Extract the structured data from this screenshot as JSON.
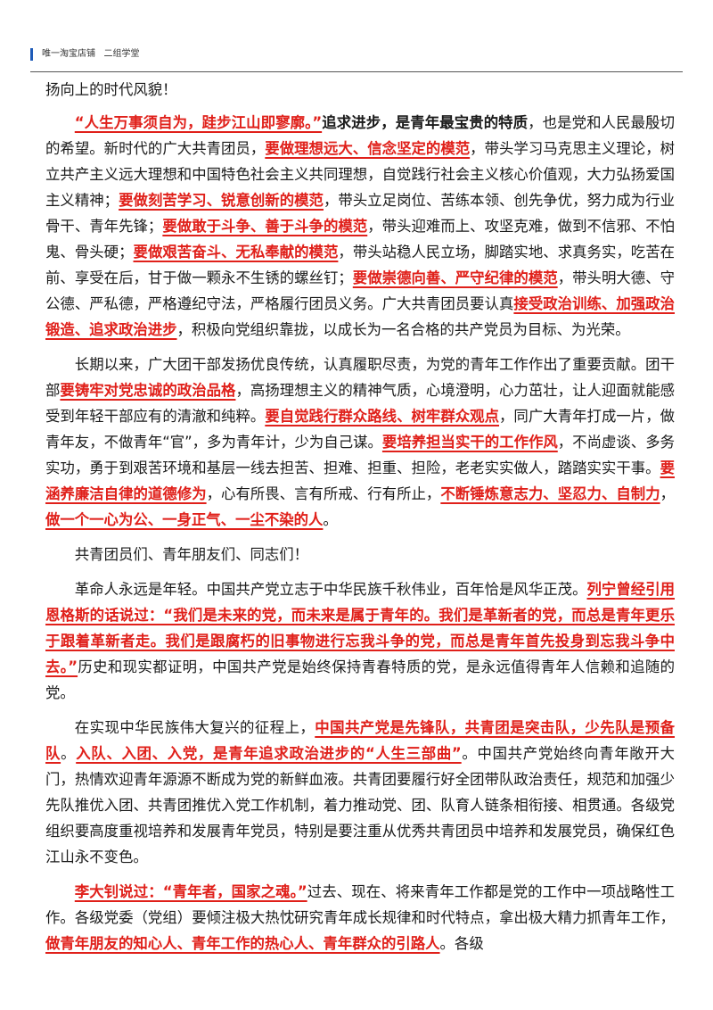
{
  "header": {
    "text": "唯一淘宝店铺   二组学堂"
  },
  "paragraphs": [
    {
      "id": "p0",
      "indent": false,
      "segments": [
        {
          "t": "扬向上的时代风貌！",
          "s": "n"
        }
      ]
    },
    {
      "id": "p1",
      "indent": true,
      "segments": [
        {
          "t": "“人生万事须自为，跬步江山即寥廓。”",
          "s": "h"
        },
        {
          "t": "追求进步，是青年最宝贵的特质",
          "s": "b"
        },
        {
          "t": "，也是党和人民最殷切的希望。新时代的广大共青团员，",
          "s": "n"
        },
        {
          "t": "要做理想远大、信念坚定的模范",
          "s": "h"
        },
        {
          "t": "，带头学习马克思主义理论，树立共产主义远大理想和中国特色社会主义共同理想，自觉践行社会主义核心价值观，大力弘扬爱国主义精神；",
          "s": "n"
        },
        {
          "t": "要做刻苦学习、锐意创新的模范",
          "s": "h"
        },
        {
          "t": "，带头立足岗位、苦练本领、创先争优，努力成为行业骨干、青年先锋；",
          "s": "n"
        },
        {
          "t": "要做敢于斗争、善于斗争的模范",
          "s": "h"
        },
        {
          "t": "，带头迎难而上、攻坚克难，做到不信邪、不怕鬼、骨头硬；",
          "s": "n"
        },
        {
          "t": "要做艰苦奋斗、无私奉献的模范",
          "s": "h"
        },
        {
          "t": "，带头站稳人民立场，脚踏实地、求真务实，吃苦在前、享受在后，甘于做一颗永不生锈的螺丝钉；",
          "s": "n"
        },
        {
          "t": "要做崇德向善、严守纪律的模范",
          "s": "h"
        },
        {
          "t": "，带头明大德、守公德、严私德，严格遵纪守法，严格履行团员义务。广大共青团员要认真",
          "s": "n"
        },
        {
          "t": "接受政治训练、加强政治锻造、追求政治进步",
          "s": "h"
        },
        {
          "t": "，积极向党组织靠拢，以成长为一名合格的共产党员为目标、为光荣。",
          "s": "n"
        }
      ]
    },
    {
      "id": "p2",
      "indent": true,
      "segments": [
        {
          "t": "长期以来，广大团干部发扬优良传统，认真履职尽责，为党的青年工作作出了重要贡献。团干部",
          "s": "n"
        },
        {
          "t": "要铸牢对党忠诚的政治品格",
          "s": "h"
        },
        {
          "t": "，高扬理想主义的精神气质，心境澄明，心力茁壮，让人迎面就能感受到年轻干部应有的清澈和纯粹。",
          "s": "n"
        },
        {
          "t": "要自觉践行群众路线、树牢群众观点",
          "s": "h"
        },
        {
          "t": "，同广大青年打成一片，做青年友，不做青年“官”，多为青年计，少为自己谋。",
          "s": "n"
        },
        {
          "t": "要培养担当实干的工作作风",
          "s": "h"
        },
        {
          "t": "，不尚虚谈、多务实功，勇于到艰苦环境和基层一线去担苦、担难、担重、担险，老老实实做人，踏踏实实干事。",
          "s": "n"
        },
        {
          "t": "要涵养廉洁自律的道德修为",
          "s": "h"
        },
        {
          "t": "，心有所畏、言有所戒、行有所止，",
          "s": "n"
        },
        {
          "t": "不断锤炼意志力、坚忍力、自制力",
          "s": "h"
        },
        {
          "t": "，",
          "s": "n"
        },
        {
          "t": "做一个一心为公、一身正气、一尘不染的人",
          "s": "h"
        },
        {
          "t": "。",
          "s": "n"
        }
      ]
    },
    {
      "id": "p3",
      "indent": true,
      "segments": [
        {
          "t": "共青团员们、青年朋友们、同志们！",
          "s": "n"
        }
      ]
    },
    {
      "id": "p4",
      "indent": true,
      "segments": [
        {
          "t": "革命人永远是年轻。中国共产党立志于中华民族千秋伟业，百年恰是风华正茂。",
          "s": "n"
        },
        {
          "t": "列宁曾经引用恩格斯的话说过：“我们是未来的党，而未来是属于青年的。我们是革新者的党，而总是青年更乐于跟着革新者走。我们是跟腐朽的旧事物进行忘我斗争的党，而总是青年首先投身到忘我斗争中去。”",
          "s": "h"
        },
        {
          "t": "历史和现实都证明，中国共产党是始终保持青春特质的党，是永远值得青年人信赖和追随的党。",
          "s": "n"
        }
      ]
    },
    {
      "id": "p5",
      "indent": true,
      "segments": [
        {
          "t": "在实现中华民族伟大复兴的征程上，",
          "s": "n"
        },
        {
          "t": "中国共产党是先锋队，共青团是突击队，少先队是预备队",
          "s": "h"
        },
        {
          "t": "。",
          "s": "n"
        },
        {
          "t": "入队、入团、入党，是青年追求政治进步的“人生三部曲”",
          "s": "h"
        },
        {
          "t": "。中国共产党始终向青年敞开大门，热情欢迎青年源源不断成为党的新鲜血液。共青团要履行好全团带队政治责任，规范和加强少先队推优入团、共青团推优入党工作机制，着力推动党、团、队育人链条相衔接、相贯通。各级党组织要高度重视培养和发展青年党员，特别是要注重从优秀共青团员中培养和发展党员，确保红色江山永不变色。",
          "s": "n"
        }
      ]
    },
    {
      "id": "p6",
      "indent": true,
      "segments": [
        {
          "t": "李大钊说过：“青年者，国家之魂。”",
          "s": "h"
        },
        {
          "t": "过去、现在、将来青年工作都是党的工作中一项战略性工作。各级党委（党组）要倾注极大热忱研究青年成长规律和时代特点，拿出极大精力抓青年工作，",
          "s": "n"
        },
        {
          "t": "做青年朋友的知心人、青年工作的热心人、青年群众的引路人",
          "s": "h"
        },
        {
          "t": "。各级",
          "s": "n"
        }
      ]
    }
  ]
}
